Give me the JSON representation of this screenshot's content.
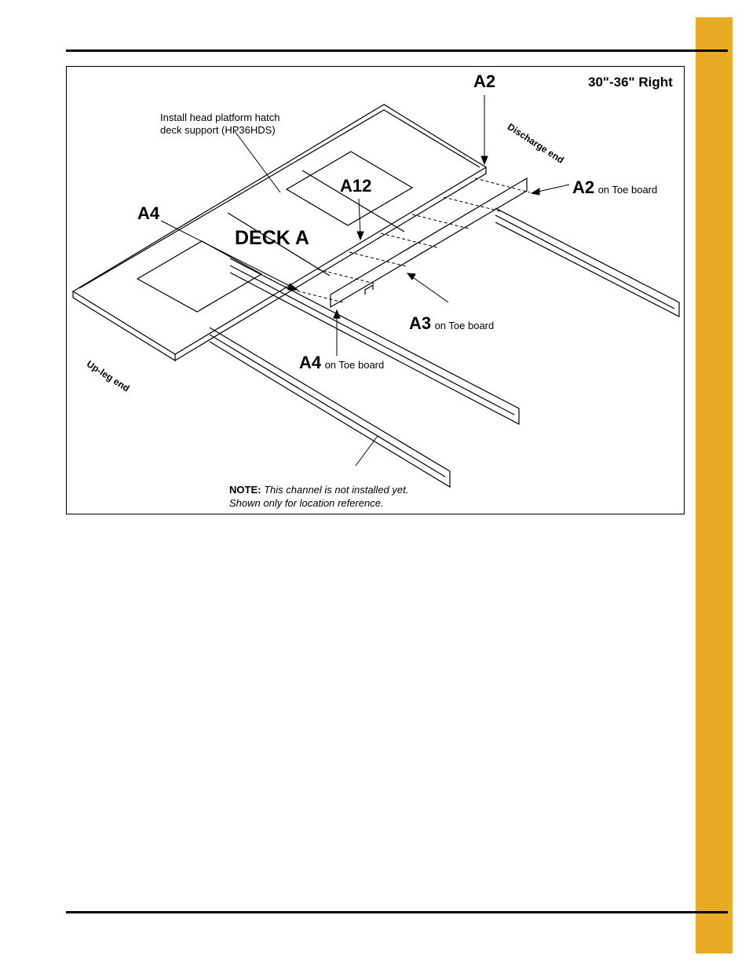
{
  "figure": {
    "title": "30\"-36\" Right",
    "deck_label": "DECK A",
    "install_note_line1": "Install head platform hatch",
    "install_note_line2": "deck support (HP36HDS)",
    "discharge_end": "Discharge end",
    "upleg_end": "Up-leg end",
    "callouts": {
      "a2_top": "A2",
      "a12": "A12",
      "a4_left": "A4",
      "a2_toe": "A2",
      "a3_toe": "A3",
      "a4_toe": "A4",
      "toe_suffix": "on Toe board"
    },
    "note_prefix": "NOTE:",
    "note_line1": "This channel is not installed yet.",
    "note_line2": "Shown only for location reference."
  },
  "colors": {
    "tab": "#e8ab23",
    "rule": "#000000"
  }
}
